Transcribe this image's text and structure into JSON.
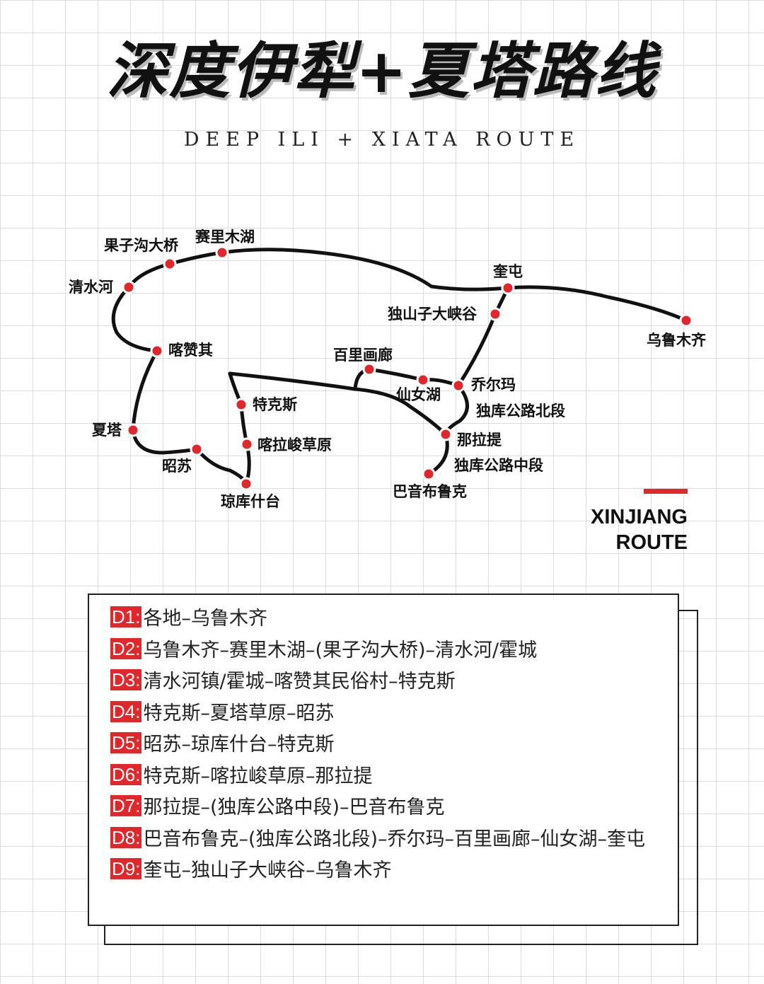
{
  "title": "深度伊犁+夏塔路线",
  "subtitle": "DEEP ILI + XIATA ROUTE",
  "brand": {
    "line1": "XINJIANG",
    "line2": "ROUTE",
    "accent_color": "#e3262a"
  },
  "map": {
    "route_color": "#111111",
    "dot_color": "#e3262a",
    "stops": {
      "guozigou": "果子沟大桥",
      "sayram": "赛里木湖",
      "qingshuihe": "清水河",
      "kuitun": "奎屯",
      "dushanzi": "独山子大峡谷",
      "urumqi": "乌鲁木齐",
      "kazanqi": "喀赞其",
      "bailihualang": "百里画廊",
      "xiannvhu": "仙女湖",
      "qiaerma": "乔尔玛",
      "tekesi": "特克斯",
      "duku_north": "独库公路北段",
      "xiata": "夏塔",
      "kalajun": "喀拉峻草原",
      "nalati": "那拉提",
      "zhaosu": "昭苏",
      "duku_mid": "独库公路中段",
      "qiongkushitai": "琼库什台",
      "bayinbuluke": "巴音布鲁克"
    }
  },
  "itinerary": [
    {
      "tag": "D1:",
      "text": "各地–乌鲁木齐"
    },
    {
      "tag": "D2:",
      "text": "乌鲁木齐–赛里木湖–(果子沟大桥)–清水河/霍城"
    },
    {
      "tag": "D3:",
      "text": "清水河镇/霍城–喀赞其民俗村–特克斯"
    },
    {
      "tag": "D4:",
      "text": "特克斯–夏塔草原–昭苏"
    },
    {
      "tag": "D5:",
      "text": "昭苏–琼库什台–特克斯"
    },
    {
      "tag": "D6:",
      "text": "特克斯–喀拉峻草原–那拉提"
    },
    {
      "tag": "D7:",
      "text": "那拉提–(独库公路中段)–巴音布鲁克"
    },
    {
      "tag": "D8:",
      "text": "巴音布鲁克–(独库公路北段)–乔尔玛–百里画廊–仙女湖–奎屯"
    },
    {
      "tag": "D9:",
      "text": "奎屯–独山子大峡谷–乌鲁木齐"
    }
  ]
}
